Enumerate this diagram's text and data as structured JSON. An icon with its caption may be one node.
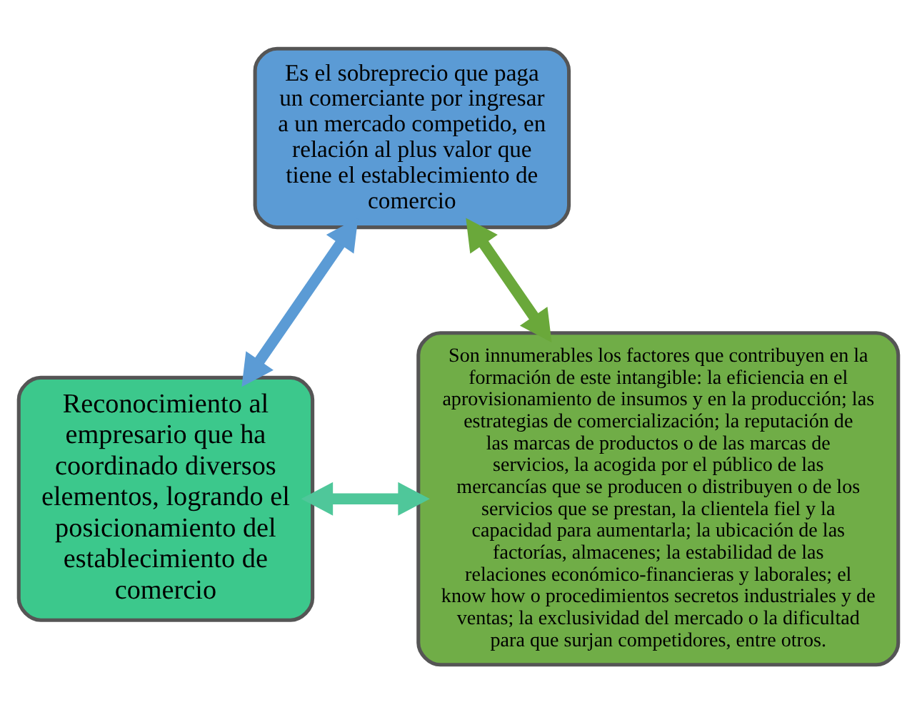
{
  "diagram": {
    "nodes": [
      {
        "text": [
          "Es el sobreprecio que paga un comerciante por ingresar a un mercado competido, en relación al plus valor que tiene el establecimiento de comercio"
        ]
      },
      {
        "text": [
          "Son innumerables los factores que contribuyen en la formación de este intangible: la eficiencia en el aprovisionamiento de insumos y en la producción; las estrategias de comercialización; la reputación de las marcas de productos o de las marcas de servicios, la acogida por el público de las mercancías que se producen o distribuyen o de los servicios que se prestan, la clientela fiel y la capacidad para aumentarla; la ubicación de las factorías, almacenes; la estabilidad de las relaciones económico-financieras y laborales; el know how o procedimientos secretos industriales y de ventas; la exclusividad del mercado o la dificultad para que surjan competidores, entre otros."
        ]
      },
      {
        "text": [
          "Reconocimiento al empresario que ha coordinado diversos elementos, logrando el posicionamiento del establecimiento de comercio"
        ]
      }
    ],
    "edges": [
      {
        "from": 1,
        "to": 0,
        "arrow": "both",
        "color": "#6aa83a"
      },
      {
        "from": 0,
        "to": 2,
        "arrow": "both",
        "color": "#5b9bd5"
      },
      {
        "from": 1,
        "to": 2,
        "arrow": "both",
        "color": "#4fc79a"
      }
    ]
  }
}
